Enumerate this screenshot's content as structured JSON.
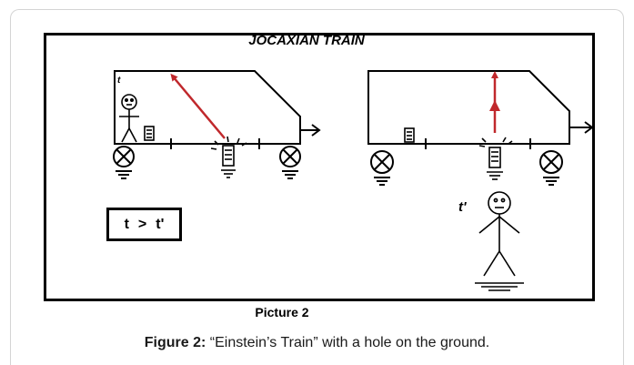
{
  "diagram": {
    "title": "JOCAXIAN TRAIN",
    "label_t": "t",
    "label_t_prime": "t'",
    "inequality": {
      "left": "t",
      "operator": ">",
      "right": "t'"
    },
    "arrow_color": "#c0282c",
    "stroke_color": "#000000"
  },
  "picture_label": "Picture 2",
  "caption": {
    "prefix": "Figure 2:",
    "text": "“Einstein’s Train” with a hole on the ground."
  }
}
